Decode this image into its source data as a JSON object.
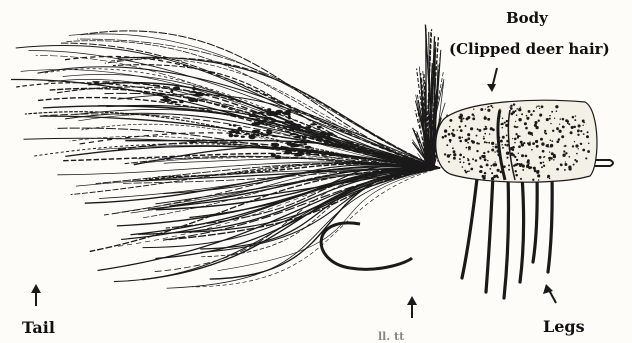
{
  "figure": {
    "labels": {
      "body_title": "Body",
      "body_sub": "(Clipped deer hair)",
      "tail": "Tail",
      "legs": "Legs",
      "bottom_partial": "ll. tt"
    },
    "ink_color": "#1a1a1a",
    "paper_color": "#fdfcf8"
  }
}
